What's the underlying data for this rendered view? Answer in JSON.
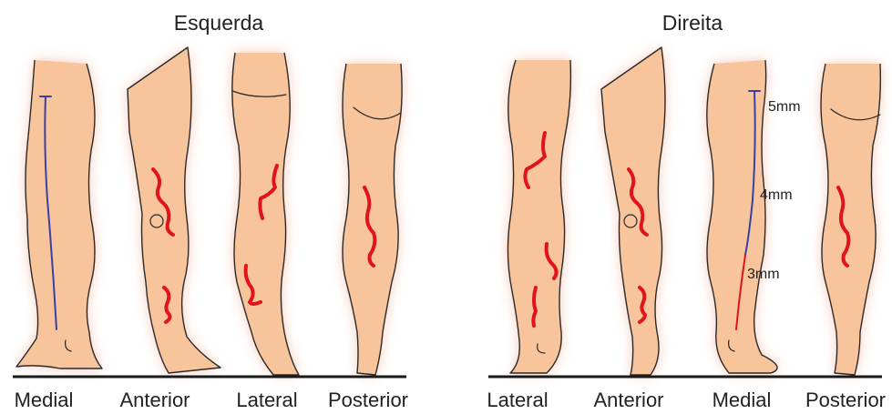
{
  "groups": [
    {
      "title": "Esquerda",
      "views": [
        "Medial",
        "Anterior",
        "Lateral",
        "Posterior"
      ]
    },
    {
      "title": "Direita",
      "views": [
        "Lateral",
        "Anterior",
        "Medial",
        "Posterior"
      ]
    }
  ],
  "measurements": [
    "5mm",
    "4mm",
    "3mm"
  ],
  "colors": {
    "skin": "#f7c49c",
    "skin_shadow": "#f29a78",
    "vein": "#e0141b",
    "saphenous": "#3b3fa8",
    "ground": "#1a1a1a"
  }
}
